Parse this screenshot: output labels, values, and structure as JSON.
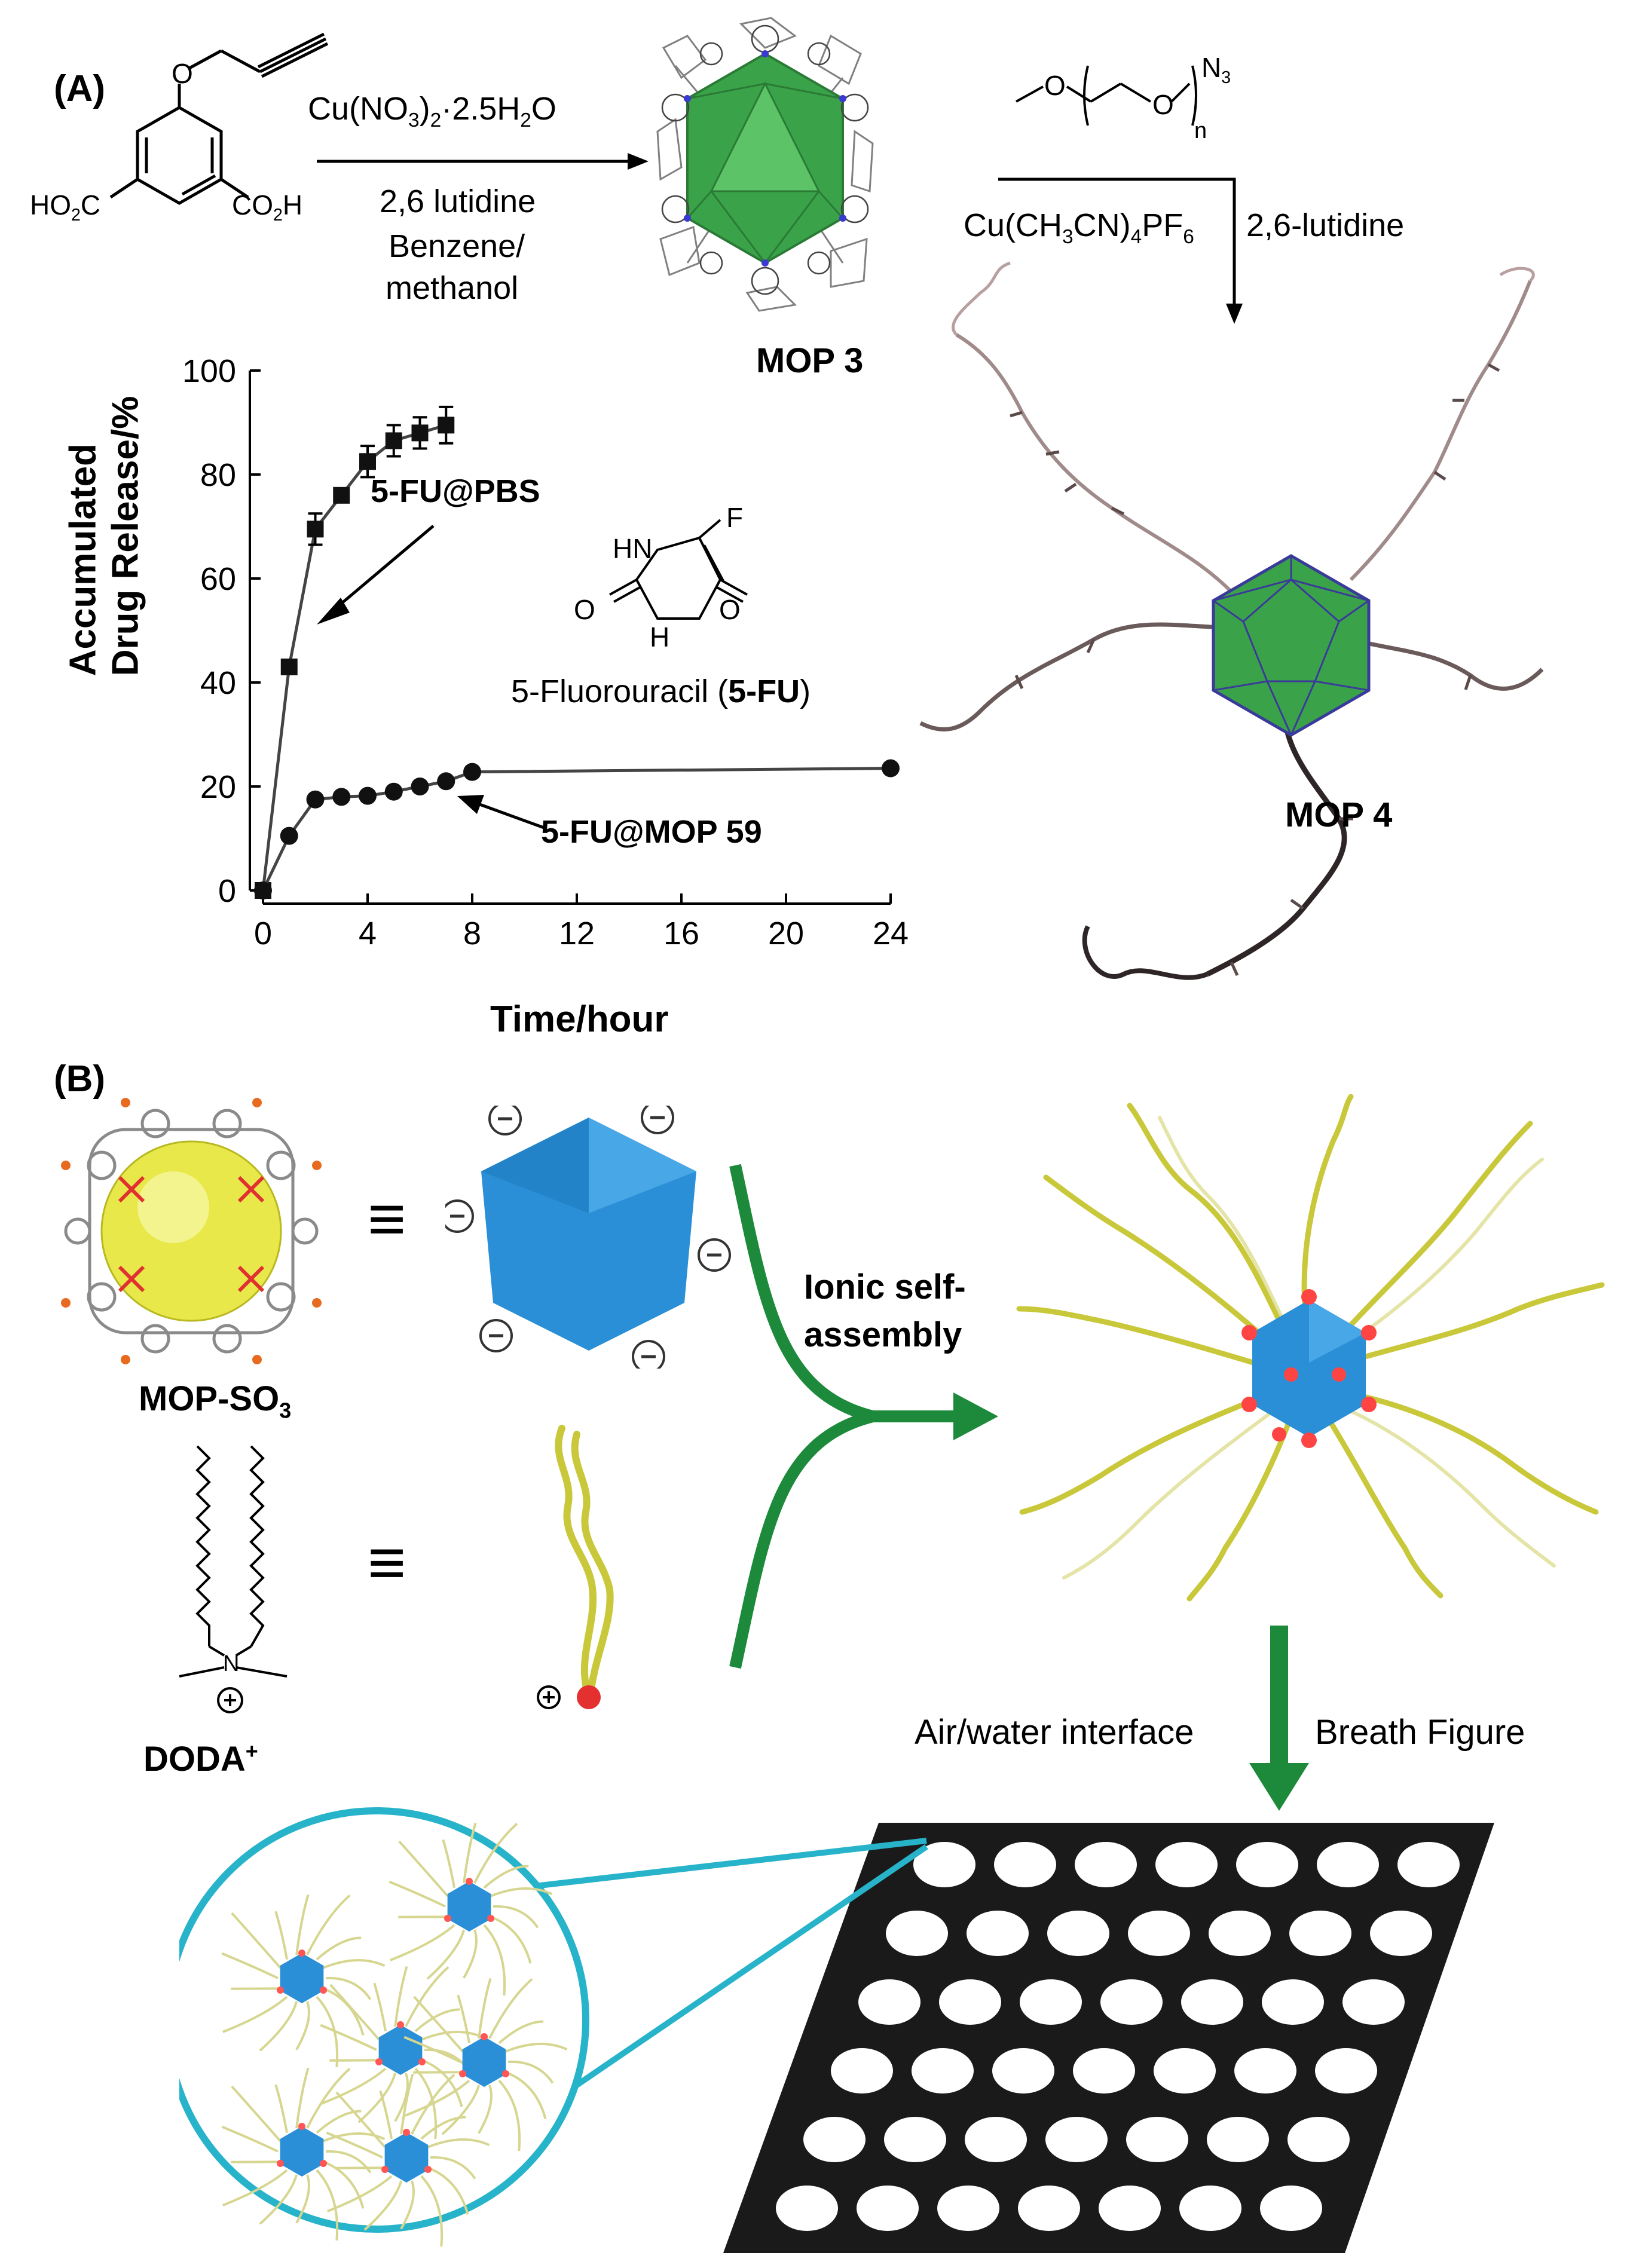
{
  "panel_a": {
    "label": "(A)",
    "reagent1_line1_pre": "Cu(NO",
    "reagent1_line1_sub": "3",
    "reagent1_line1_mid": ")",
    "reagent1_line1_sub2": "2",
    "reagent1_line1_post": "·2.5H",
    "reagent1_line1_sub3": "2",
    "reagent1_line1_end": "O",
    "reagent1_line2": "2,6 lutidine",
    "reagent1_line3": "Benzene/",
    "reagent1_line4": "methanol",
    "linker_left": "HO",
    "linker_left_sub": "2",
    "linker_left_end": "C",
    "linker_right": "CO",
    "linker_right_sub": "2",
    "linker_right_end": "H",
    "linker_o": "O",
    "mop3_label": "MOP 3",
    "peg_o1": "O",
    "peg_o2": "O",
    "peg_n": "n",
    "peg_n3": "N",
    "peg_n3_sub": "3",
    "reagent2_pre": "Cu(CH",
    "reagent2_sub1": "3",
    "reagent2_mid": "CN)",
    "reagent2_sub2": "4",
    "reagent2_end": "PF",
    "reagent2_sub3": "6",
    "reagent2_tail": "2,6-lutidine",
    "mop4_label": "MOP 4",
    "fu_hn": "HN",
    "fu_f": "F",
    "fu_o1": "O",
    "fu_o2": "O",
    "fu_h": "H",
    "fu_name_pre": "5-Fluorouracil (",
    "fu_name_bold": "5-FU",
    "fu_name_post": ")"
  },
  "chart_data": {
    "type": "line",
    "xlabel": "Time/hour",
    "ylabel_line1": "Accumulated",
    "ylabel_line2": "Drug Release/%",
    "xlim": [
      0,
      24
    ],
    "ylim": [
      0,
      100
    ],
    "xticks": [
      "0",
      "4",
      "8",
      "12",
      "16",
      "20",
      "24"
    ],
    "yticks": [
      "0",
      "20",
      "40",
      "60",
      "80",
      "100"
    ],
    "series": [
      {
        "name": "5-FU@PBS",
        "marker": "square",
        "x": [
          0,
          1,
          2,
          3,
          4,
          5,
          6,
          7
        ],
        "y": [
          0,
          43,
          69.5,
          76,
          82.5,
          86.5,
          88,
          89.5
        ],
        "err": [
          0,
          0,
          3,
          0,
          3,
          3,
          3,
          3.5
        ]
      },
      {
        "name": "5-FU@MOP 59",
        "marker": "circle",
        "x": [
          0,
          1,
          2,
          3,
          4,
          5,
          6,
          7,
          8,
          24
        ],
        "y": [
          0,
          10.5,
          17.5,
          18,
          18.2,
          19,
          20,
          21,
          22.8,
          23.5
        ],
        "err": [
          0,
          0,
          0,
          0,
          0,
          0,
          0,
          0,
          0,
          0
        ]
      }
    ]
  },
  "panel_b": {
    "label": "(B)",
    "mop_so3_pre": "MOP-SO",
    "mop_so3_sub": "3",
    "doda_pre": "DODA",
    "doda_sup": "+",
    "equiv": "≡",
    "minus": "−",
    "plus": "+",
    "n_atom": "N",
    "ionic_line1": "Ionic self-",
    "ionic_line2": "assembly",
    "air_water": "Air/water interface",
    "breath_figure": "Breath Figure"
  },
  "colors": {
    "green_poly": "#3aa34a",
    "blue_poly": "#2a8fd6",
    "yellow_chain": "#c8c83a",
    "arrow_green": "#1c8a3a",
    "ring_cyan": "#27b3c9",
    "film": "#1a1a1a"
  }
}
